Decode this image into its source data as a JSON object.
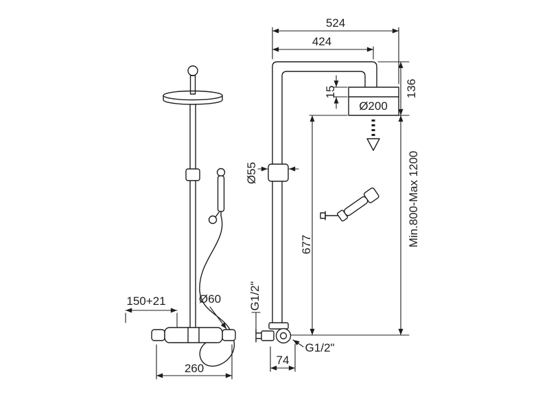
{
  "drawing": {
    "colors": {
      "line": "#1d1d1b",
      "background": "#ffffff"
    },
    "labels": {
      "dim_524": "524",
      "dim_424": "424",
      "dim_136": "136",
      "dim_15": "15",
      "dia_200": "Ø200",
      "dia_55": "Ø55",
      "dim_677": "677",
      "height_range": "Min.800-Max 1200",
      "dim_150_21": "150+21",
      "dia_60": "Ø60",
      "g_half_side": "G1/2\"",
      "g_half_bottom": "G1/2\"",
      "dim_260": "260",
      "dim_74": "74"
    }
  }
}
